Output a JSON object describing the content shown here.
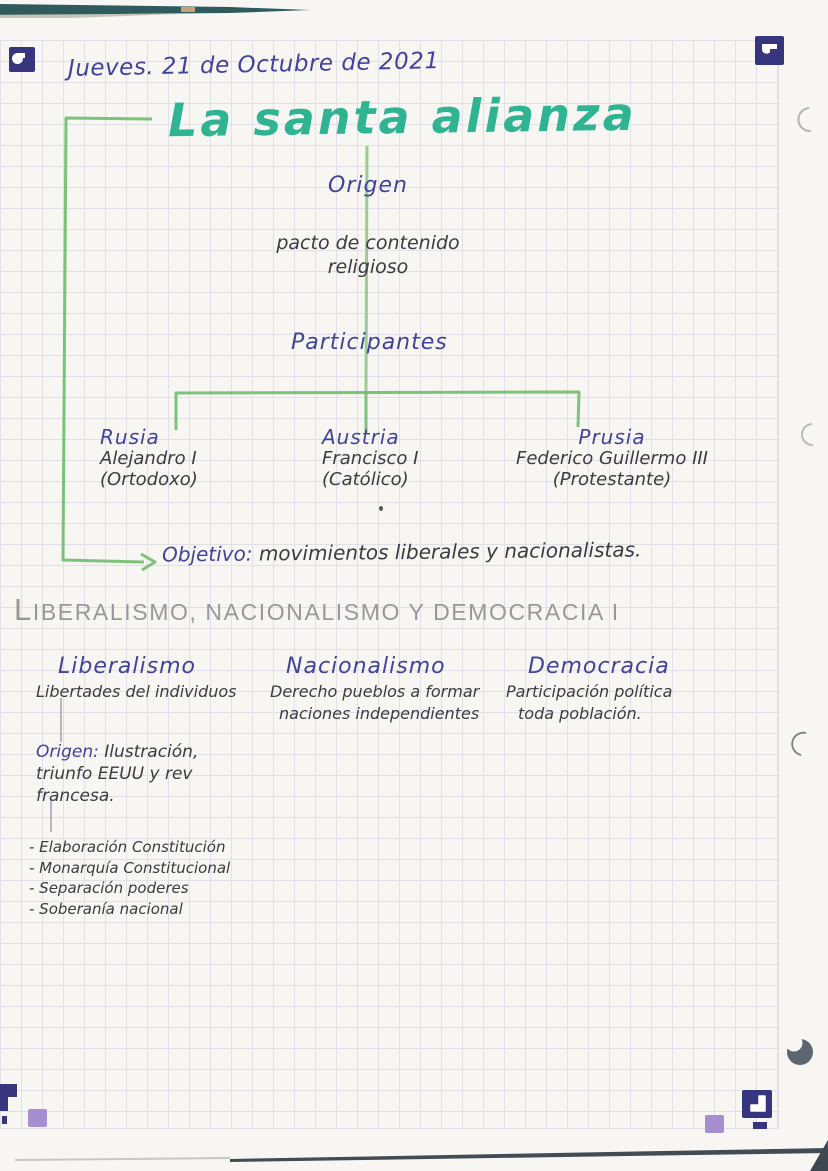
{
  "page": {
    "date": "Jueves. 21 de Octubre de 2021",
    "title": "La santa alianza"
  },
  "diagram": {
    "origin_label": "Origen",
    "origin_note": [
      "pacto de contenido",
      "religioso"
    ],
    "participants_label": "Participantes",
    "participants": [
      {
        "country": "Rusia",
        "ruler": "Alejandro I",
        "religion": "(Ortodoxo)"
      },
      {
        "country": "Austria",
        "ruler": "Francisco I",
        "religion": "(Católico)"
      },
      {
        "country": "Prusia",
        "ruler": "Federico Guillermo III",
        "religion": "(Protestante)"
      }
    ],
    "objective_label": "Objetivo:",
    "objective_text": " movimientos liberales y nacionalistas."
  },
  "section": {
    "heading": "LIBERALISMO, NACIONALISMO Y DEMOCRACIA I",
    "columns": [
      {
        "title": "Liberalismo",
        "lines": [
          "Libertades del individuos"
        ]
      },
      {
        "title": "Nacionalismo",
        "lines": [
          "Derecho pueblos a formar",
          "naciones independientes"
        ]
      },
      {
        "title": "Democracia",
        "lines": [
          "Participación política",
          "toda población."
        ]
      }
    ],
    "origin_label": "Origen:",
    "origin_lines": [
      "Ilustración,",
      "triunfo EEUU y rev",
      "francesa."
    ],
    "bullets": [
      "- Elaboración Constitución",
      "- Monarquía Constitucional",
      "- Separación poderes",
      "- Soberanía nacional"
    ]
  },
  "icons": {
    "corner_marker_top_left": "scan-alignment-glyph",
    "corner_marker_top_right": "scan-alignment-glyph",
    "corner_marker_bottom_left": "scan-alignment-glyph",
    "corner_marker_bottom_right": "scan-alignment-glyph",
    "accent_square": "purple-filled-square",
    "binder_ring": "ring-shadow-arc"
  },
  "colors": {
    "ink_blue": "#42429b",
    "ink_teal": "#2fb492",
    "ink_dark": "#3b3b40",
    "pencil": "#98989a",
    "green": "#6fbd6d",
    "navy": "#37357d",
    "purple": "#a58fd0",
    "paper": "#f7f6f3",
    "grid": "#dcdde4"
  }
}
